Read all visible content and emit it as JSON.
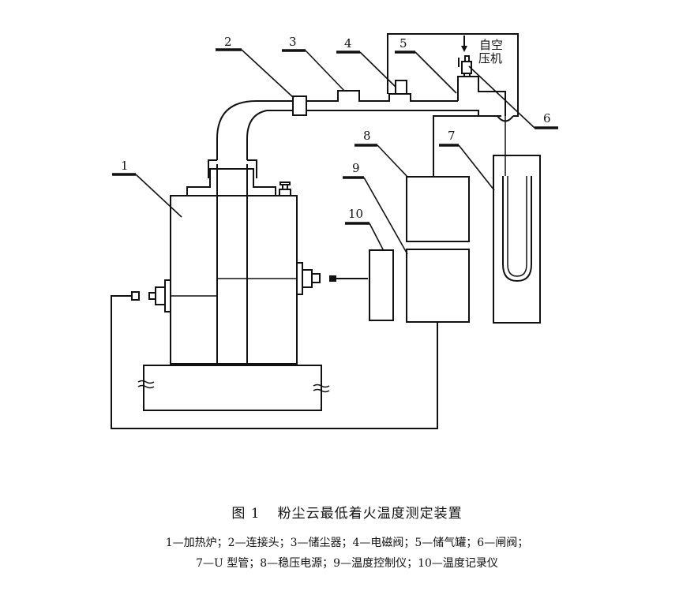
{
  "figure": {
    "number_label": "图 1",
    "title": "粉尘云最低着火温度测定装置",
    "legend_line1": "1—加热炉；2—连接头；3—储尘器；4—电磁阀；5—储气罐；6—闸阀；",
    "legend_line2": "7—U 型管；8—稳压电源；9—温度控制仪；10—温度记录仪"
  },
  "callouts": {
    "c1": "1",
    "c2": "2",
    "c3": "3",
    "c4": "4",
    "c5": "5",
    "c6": "6",
    "c7": "7",
    "c8": "8",
    "c9": "9",
    "c10": "10"
  },
  "annotations": {
    "air_compressor_line1": "自空",
    "air_compressor_line2": "压机"
  },
  "components": [
    {
      "id": 1,
      "name": "加热炉"
    },
    {
      "id": 2,
      "name": "连接头"
    },
    {
      "id": 3,
      "name": "储尘器"
    },
    {
      "id": 4,
      "name": "电磁阀"
    },
    {
      "id": 5,
      "name": "储气罐"
    },
    {
      "id": 6,
      "name": "闸阀"
    },
    {
      "id": 7,
      "name": "U 型管"
    },
    {
      "id": 8,
      "name": "稳压电源"
    },
    {
      "id": 9,
      "name": "温度控制仪"
    },
    {
      "id": 10,
      "name": "温度记录仪"
    }
  ]
}
